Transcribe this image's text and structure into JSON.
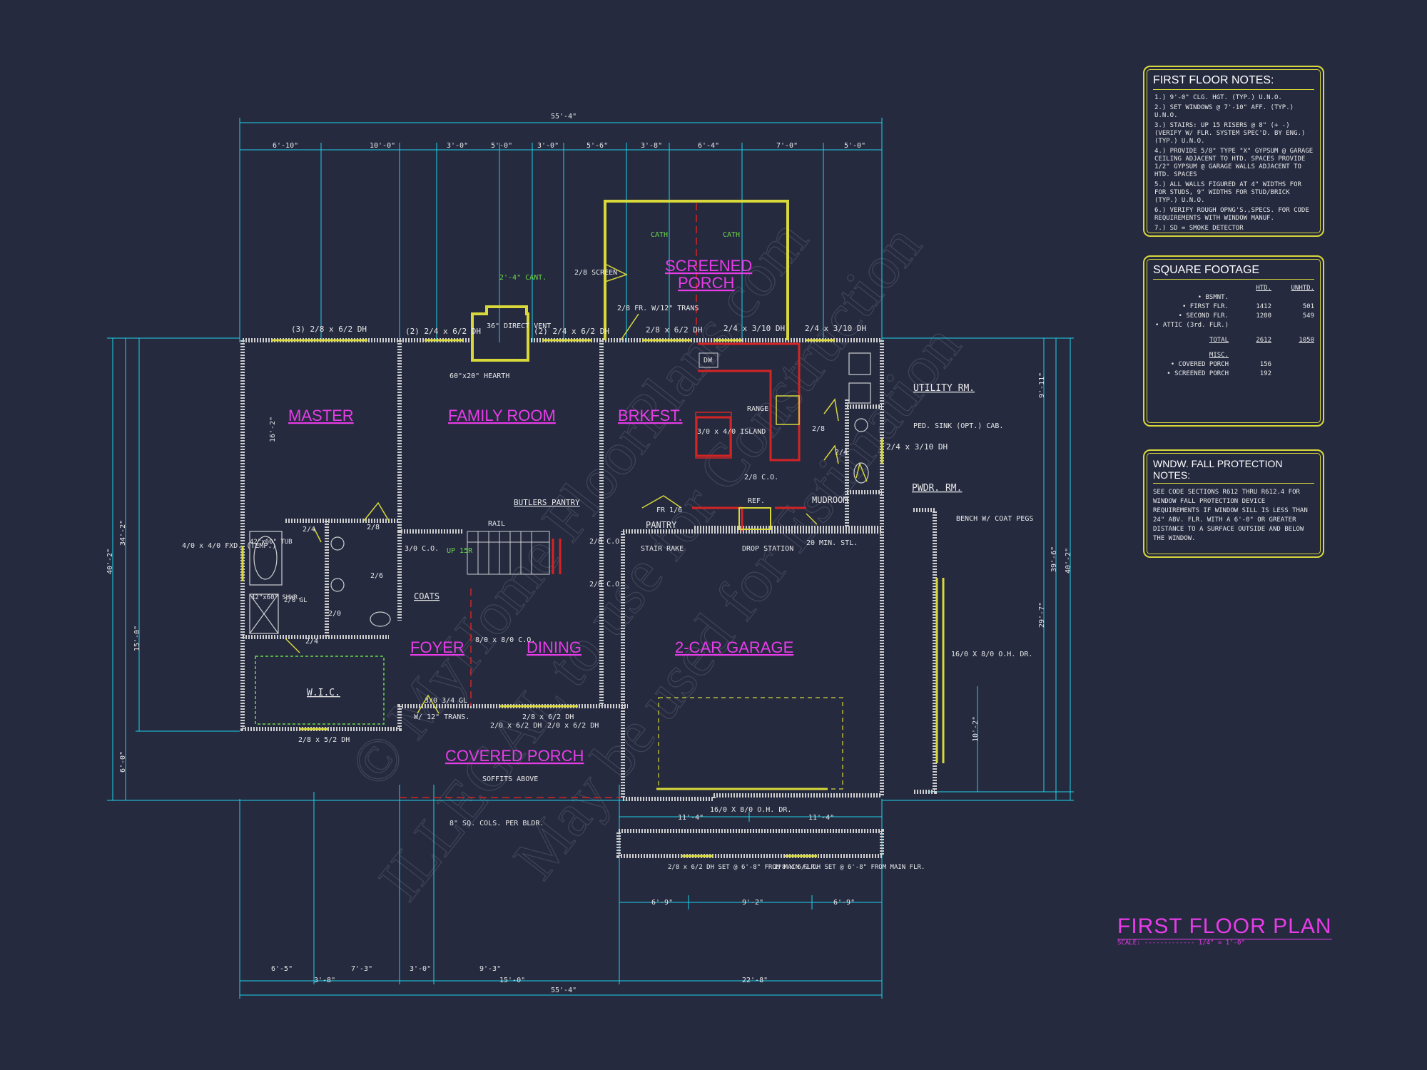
{
  "plan_title": "FIRST FLOOR PLAN",
  "scale_label": "SCALE:",
  "scale_value": "1/4\" = 1'-0\"",
  "watermark": [
    "© MyHome FloorPlans.com",
    "ILLEGAL to use for Construction",
    "May be used for Estimation"
  ],
  "rooms": {
    "master": "MASTER",
    "family": "FAMILY ROOM",
    "brkfst": "BRKFST.",
    "screened_porch_1": "SCREENED",
    "screened_porch_2": "PORCH",
    "foyer": "FOYER",
    "dining": "DINING",
    "garage": "2-CAR GARAGE",
    "covered_porch": "COVERED PORCH",
    "wic": "W.I.C.",
    "utility": "UTILITY RM.",
    "pwdr": "PWDR. RM.",
    "mudroom": "MUDROOM",
    "pantry": "PANTRY"
  },
  "labels": {
    "overall_top": "55'-4\"",
    "overall_bottom": "55'-4\"",
    "window_master": "(3) 2/8 x 6/2 DH",
    "window_family_l": "(2) 2/4 x 6/2 DH",
    "window_family_r": "(2) 2/4 x 6/2 DH",
    "window_brk": "2/8 x 6/2 DH",
    "window_brk2": "2/4 x 3/10 DH",
    "window_util": "2/4 x 3/10 DH",
    "window_util_side": "2/4 x 3/10 DH",
    "cant": "2'-4\" CANT.",
    "direct_vent": "36\" DIRECT VENT",
    "hearth": "60\"x20\" HEARTH",
    "screen": "2/8 SCREEN",
    "fr_trans": "2/8 FR. W/12\" TRANS",
    "cath1": "CATH",
    "cath2": "CATH",
    "dw": "DW",
    "range": "RANGE",
    "island": "3/0 x 4/0 ISLAND",
    "ped_sink": "PED. SINK (OPT.) CAB.",
    "fxd": "4/0 x 4/0 FXD. (TEMP.)",
    "tub": "42\"x60\" TUB",
    "shwr": "42\"x60\" SHWR.",
    "gl": "2/0 GL",
    "coats": "COATS",
    "butlers": "BUTLERS PANTRY",
    "rail": "RAIL",
    "up": "UP 15R",
    "co1": "3/0 C.O.",
    "co2": "2/8 C.O.",
    "co3": "2/8 C.O.",
    "co4": "2/8 C.O.",
    "stair_rake": "STAIR RAKE",
    "drop": "DROP STATION",
    "min_stl": "20 MIN. STL.",
    "ref": "REF.",
    "fr16": "FR 1/6",
    "bench": "BENCH W/ COAT PEGS",
    "oh_dr_side": "16/0 X 8/0 O.H. DR.",
    "oh_dr_front": "16/0 X 8/0 O.H. DR.",
    "co_810": "8/0 x 8/0 C.O.",
    "gl34": "3/0 3/4 GL",
    "trans12": "W/ 12\" TRANS.",
    "front_win1": "2/8 x 6/2 DH",
    "front_win2": "2/0 x 6/2 DH",
    "front_win3": "2/0 x 6/2 DH",
    "wic_win": "2/8 x 5/2 DH",
    "soffits": "SOFFITS ABOVE",
    "cols": "8\" SQ. COLS. PER BLDR.",
    "gar_win1": "2/8 x 6/2 DH SET @ 6'-8\" FROM MAIN FLR.",
    "gar_win2": "2/8 x 6/2 DH SET @ 6'-8\" FROM MAIN FLR.",
    "d24": "2/4",
    "d28": "2/8",
    "d26": "2/6",
    "d20": "2/0"
  },
  "dims_top": [
    "6'-10\"",
    "10'-0\"",
    "3'-0\"",
    "5'-0\"",
    "3'-0\"",
    "5'-6\"",
    "3'-8\"",
    "6'-4\"",
    "7'-0\"",
    "5'-0\""
  ],
  "dims_bottom": [
    "6'-5\"",
    "3'-8\"",
    "7'-3\"",
    "3'-0\"",
    "9'-3\"",
    "15'-0\"",
    "22'-8\""
  ],
  "dims_left": [
    "16'-2\"",
    "34'-2\"",
    "15'-0\"",
    "40'-2\"",
    "6'-0\""
  ],
  "dims_right": [
    "9'-11\"",
    "39'-6\"",
    "40'-2\"",
    "29'-7\"",
    "10'-2\""
  ],
  "dims_gar_bottom": [
    "6'-9\"",
    "9'-2\"",
    "6'-9\""
  ],
  "dims_gar_front": [
    "11'-4\"",
    "11'-4\""
  ],
  "notes": {
    "first_floor_title": "FIRST FLOOR NOTES:",
    "first_floor": [
      "1.) 9'-0\" CLG. HGT. (TYP.) U.N.O.",
      "2.) SET WINDOWS @ 7'-10\" AFF. (TYP.) U.N.O.",
      "3.) STAIRS: UP 15 RISERS @ 8\" (+ -) (VERIFY W/ FLR. SYSTEM SPEC'D. BY ENG.) (TYP.) U.N.O.",
      "4.) PROVIDE 5/8\" TYPE \"X\" GYPSUM @ GARAGE CEILING ADJACENT TO HTD. SPACES PROVIDE 1/2\" GYPSUM @ GARAGE WALLS ADJACENT TO HTD. SPACES",
      "5.) ALL WALLS FIGURED AT 4\" WIDTHS FOR FOR STUDS, 9\" WIDTHS FOR STUD/BRICK (TYP.) U.N.O.",
      "6.) VERIFY ROUGH OPNG'S.,SPECS. FOR CODE REQUIREMENTS WITH WINDOW MANUF.",
      "7.) SD = SMOKE DETECTOR"
    ],
    "sq_title": "SQUARE FOOTAGE",
    "sq_head": [
      "",
      "HTD.",
      "UNHTD."
    ],
    "sq_rows": [
      [
        "• BSMNT.",
        "",
        ""
      ],
      [
        "• FIRST FLR.",
        "1412",
        "501"
      ],
      [
        "• SECOND FLR.",
        "1200",
        "549"
      ],
      [
        "• ATTIC (3rd. FLR.)",
        "",
        ""
      ],
      [
        "TOTAL",
        "2612",
        "1050"
      ],
      [
        "MISC.",
        "",
        ""
      ],
      [
        "• COVERED PORCH",
        "156",
        ""
      ],
      [
        "• SCREENED PORCH",
        "192",
        ""
      ]
    ],
    "fall_title": "WNDW. FALL PROTECTION NOTES:",
    "fall_text": "SEE CODE SECTIONS R612 THRU R612.4 FOR WINDOW FALL PROTECTION DEVICE REQUIREMENTS IF WINDOW SILL IS LESS THAN 24\" ABV. FLR. WITH A 6'-0\" OR GREATER DISTANCE TO A SURFACE OUTSIDE AND BELOW THE WINDOW."
  }
}
